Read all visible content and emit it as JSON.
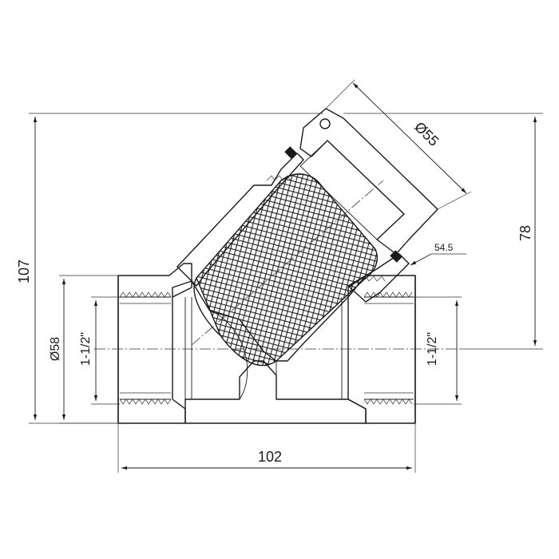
{
  "dimensions": {
    "overall_height": "107",
    "body_diameter": "Ø58",
    "thread_left": "1-1/2\"",
    "thread_right": "1-1/2\"",
    "overall_length": "102",
    "cap_diameter": "Ø55",
    "height_to_cap": "78",
    "branch_offset": "54.5"
  }
}
